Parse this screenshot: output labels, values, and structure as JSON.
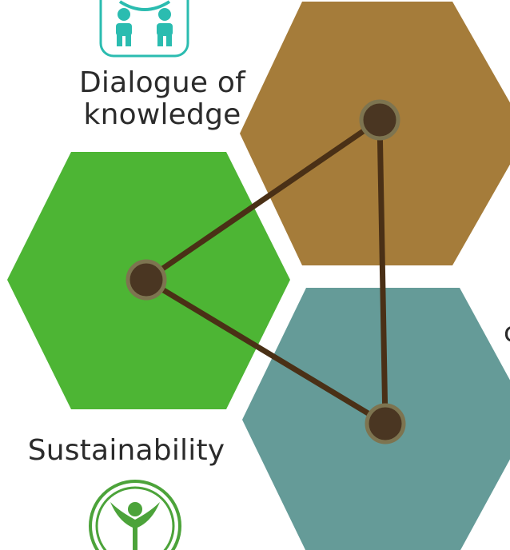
{
  "colors": {
    "brown": "#a57c3a",
    "green": "#4db534",
    "teal": "#659b98",
    "node_fill": "#4a3622",
    "node_ring": "#7d7450",
    "line": "#4a3016",
    "icon_teal": "#2bbcb0",
    "icon_green": "#4ca33a"
  },
  "labels": {
    "dialogue": [
      "Dialogue of",
      "knowledge"
    ],
    "sustainability": "Sustainability",
    "partial": "c"
  },
  "icons": {
    "dialogue": "two-people-dialogue-icon",
    "sustainability": "sprout-person-icon"
  }
}
